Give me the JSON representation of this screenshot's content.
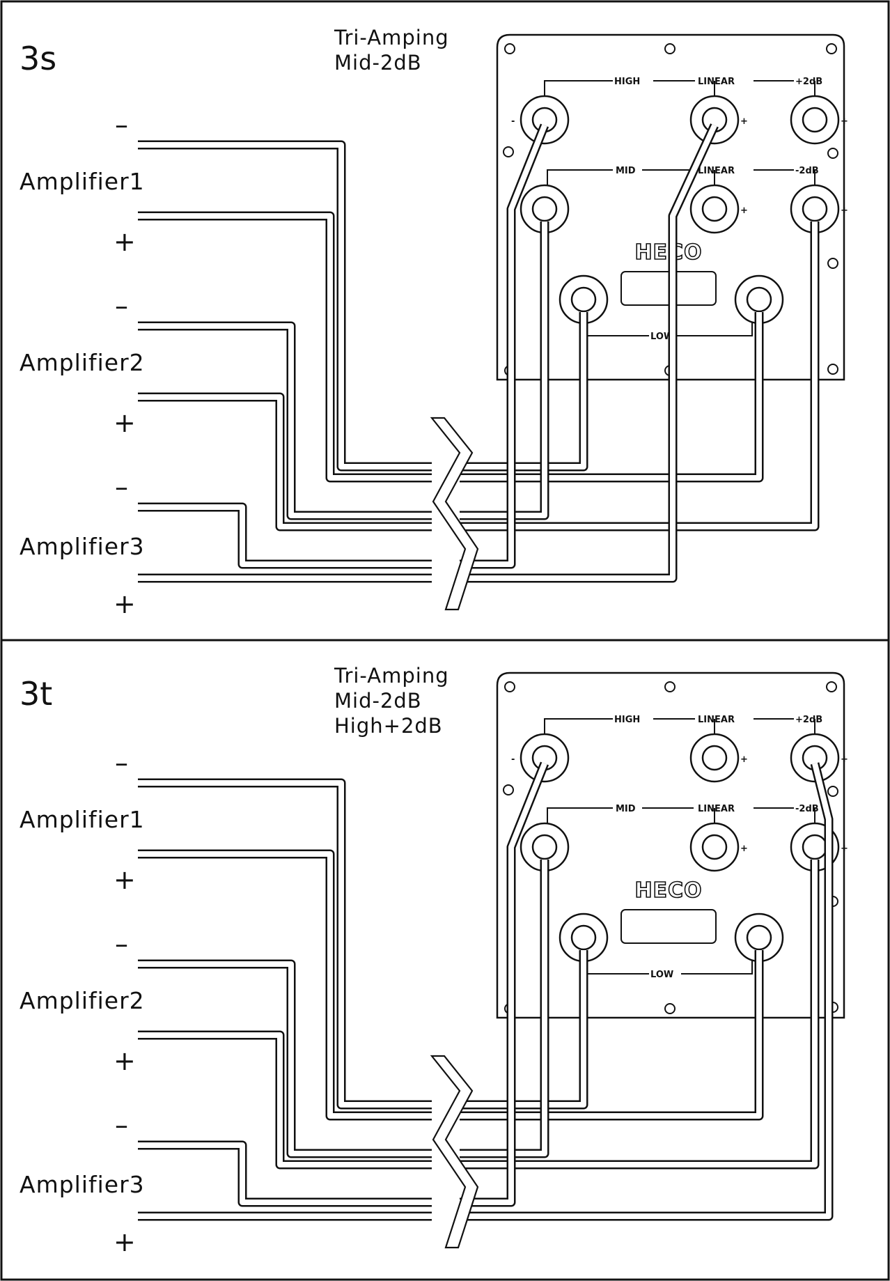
{
  "panels": [
    {
      "id": "3s",
      "notes": [
        "Tri-Amping",
        "Mid-2dB"
      ],
      "amplifiers": [
        {
          "label": "Amplifier1",
          "minus": "–",
          "plus": "+"
        },
        {
          "label": "Amplifier2",
          "minus": "–",
          "plus": "+"
        },
        {
          "label": "Amplifier3",
          "minus": "–",
          "plus": "+"
        }
      ],
      "terminal": {
        "logo": "HECO",
        "high": "HIGH",
        "mid": "MID",
        "low": "LOW",
        "linear": "LINEAR",
        "plus2": "+2dB",
        "minus2": "-2dB",
        "left_sign": "-",
        "right_sign": "+"
      }
    },
    {
      "id": "3t",
      "notes": [
        "Tri-Amping",
        "Mid-2dB",
        "High+2dB"
      ],
      "amplifiers": [
        {
          "label": "Amplifier1",
          "minus": "–",
          "plus": "+"
        },
        {
          "label": "Amplifier2",
          "minus": "–",
          "plus": "+"
        },
        {
          "label": "Amplifier3",
          "minus": "–",
          "plus": "+"
        }
      ],
      "terminal": {
        "logo": "HECO",
        "high": "HIGH",
        "mid": "MID",
        "low": "LOW",
        "linear": "LINEAR",
        "plus2": "+2dB",
        "minus2": "-2dB",
        "left_sign": "-",
        "right_sign": "+"
      }
    }
  ],
  "colors": {
    "line": "#111111",
    "background": "#ffffff"
  }
}
